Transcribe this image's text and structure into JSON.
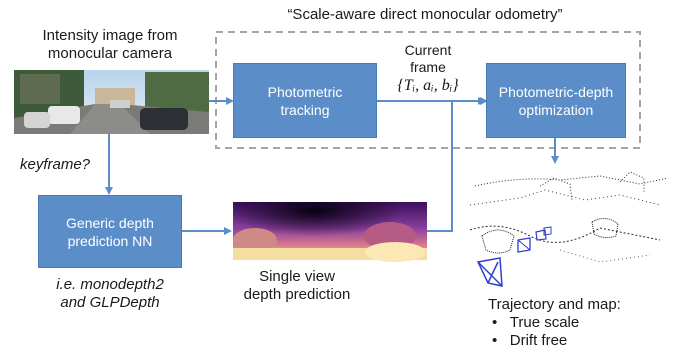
{
  "title": "“Scale-aware direct monocular odometry”",
  "input": {
    "label_line1": "Intensity image from",
    "label_line2": "monocular camera"
  },
  "nodes": {
    "tracking": {
      "line1": "Photometric",
      "line2": "tracking"
    },
    "optimization": {
      "line1": "Photometric-depth",
      "line2": "optimization"
    },
    "depth_nn": {
      "line1": "Generic depth",
      "line2": "prediction NN"
    }
  },
  "current_frame": {
    "line1": "Current",
    "line2": "frame",
    "math": "{Tᵢ, aᵢ, bᵢ}"
  },
  "keyframe_label": "keyframe?",
  "examples": {
    "line1": "i.e. monodepth2",
    "line2": "and GLPDepth"
  },
  "depth_caption": {
    "line1": "Single view",
    "line2": "depth prediction"
  },
  "output": {
    "heading": "Trajectory and map:",
    "bullets": [
      "True scale",
      "Drift free"
    ]
  },
  "colors": {
    "box": "#5b8ec9",
    "arrow": "#5b8ec9",
    "dashed": "#a6a6a6"
  }
}
